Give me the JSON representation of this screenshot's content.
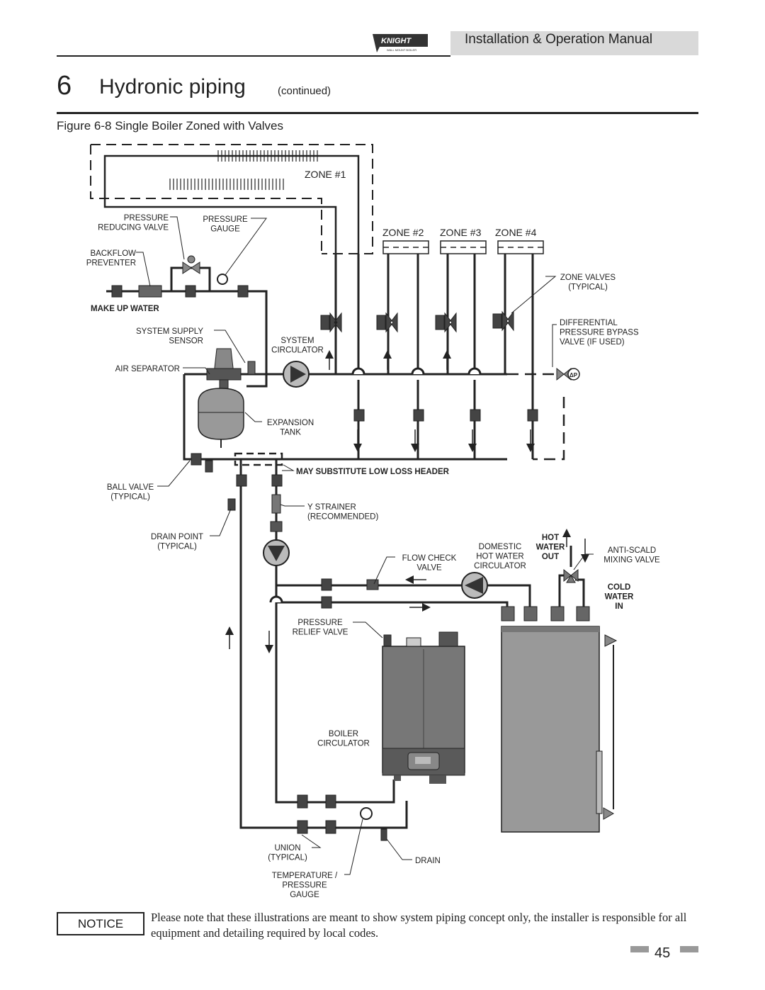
{
  "header": {
    "manual_title": "Installation & Operation Manual",
    "logo_text": "KNIGHT",
    "logo_subtext": "WALL MOUNT BOILER"
  },
  "section": {
    "number": "6",
    "title": "Hydronic piping",
    "continued": "(continued)"
  },
  "figure": {
    "caption": "Figure 6-8  Single Boiler Zoned with Valves",
    "zones": [
      "ZONE #1",
      "ZONE #2",
      "ZONE #3",
      "ZONE #4"
    ],
    "labels": {
      "pressure_reducing_valve": [
        "PRESSURE",
        "REDUCING VALVE"
      ],
      "pressure_gauge": [
        "PRESSURE",
        "GAUGE"
      ],
      "backflow_preventer": [
        "BACKFLOW",
        "PREVENTER"
      ],
      "make_up_water": "MAKE UP WATER",
      "system_supply_sensor": [
        "SYSTEM SUPPLY",
        "SENSOR"
      ],
      "system_circulator": [
        "SYSTEM",
        "CIRCULATOR"
      ],
      "air_separator": "AIR SEPARATOR",
      "expansion_tank": [
        "EXPANSION",
        "TANK"
      ],
      "ball_valve": [
        "BALL VALVE",
        "(TYPICAL)"
      ],
      "may_substitute": "MAY SUBSTITUTE LOW LOSS HEADER",
      "y_strainer": [
        "Y STRAINER",
        "(RECOMMENDED)"
      ],
      "drain_point": [
        "DRAIN POINT",
        "(TYPICAL)"
      ],
      "zone_valves": [
        "ZONE VALVES",
        "(TYPICAL)"
      ],
      "differential_bypass": [
        "DIFFERENTIAL",
        "PRESSURE BYPASS",
        "VALVE (IF USED)"
      ],
      "flow_check_valve": [
        "FLOW CHECK",
        "VALVE"
      ],
      "domestic_hw_circulator": [
        "DOMESTIC",
        "HOT WATER",
        "CIRCULATOR"
      ],
      "hot_water_out": [
        "HOT",
        "WATER",
        "OUT"
      ],
      "anti_scald": [
        "ANTI-SCALD",
        "MIXING VALVE"
      ],
      "cold_water_in": [
        "COLD",
        "WATER",
        "IN"
      ],
      "pressure_relief_valve": [
        "PRESSURE",
        "RELIEF VALVE"
      ],
      "boiler_circulator": [
        "BOILER",
        "CIRCULATOR"
      ],
      "union": [
        "UNION",
        "(TYPICAL)"
      ],
      "drain": "DRAIN",
      "temp_pressure_gauge": [
        "TEMPERATURE /",
        "PRESSURE",
        "GAUGE"
      ],
      "delta_p": "ΔP"
    }
  },
  "notice": {
    "label": "NOTICE",
    "text": "Please note that these illustrations are meant to show system piping concept only, the installer is responsible for all equipment and detailing required by local codes."
  },
  "page_number": "45"
}
